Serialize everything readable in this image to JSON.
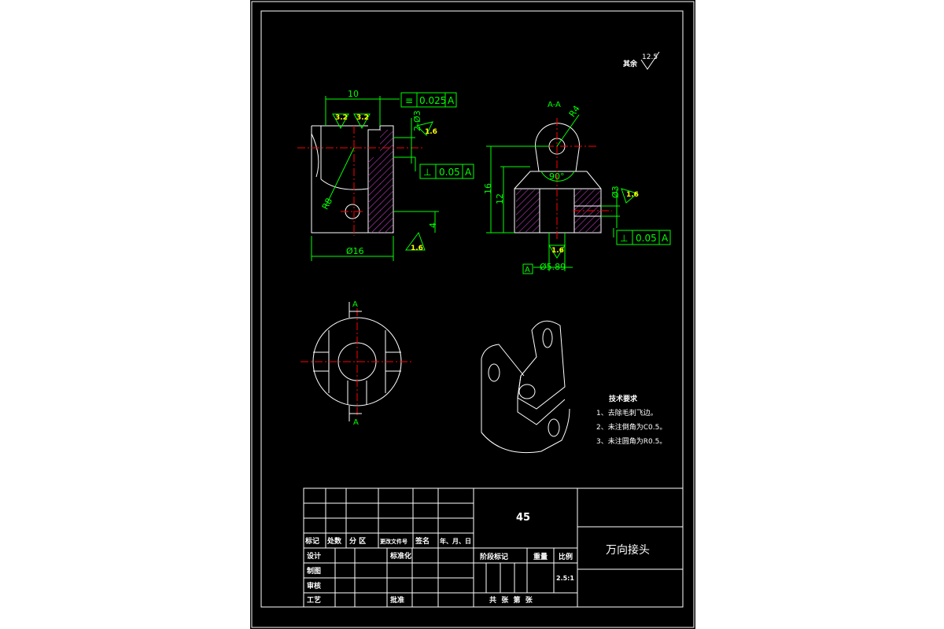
{
  "drawing": {
    "roughness_note": {
      "label": "其余",
      "value": "12.5"
    },
    "section_label": "A-A",
    "section_cut_top": "A",
    "section_cut_bottom": "A",
    "datum_box": "A",
    "front_view": {
      "dim_width": "10",
      "dim_diameter": "Ø16",
      "dim_radius": "R8",
      "dim_height": "4",
      "dim_hole": "2-Ø3",
      "fcf_symmetry": {
        "symbol": "≡",
        "tol": "0.025",
        "datum": "A"
      },
      "fcf_perp": {
        "symbol": "⊥",
        "tol": "0.05",
        "datum": "A"
      },
      "rough_1": "3.2",
      "rough_2": "3.2",
      "rough_3": "1.6",
      "rough_4": "1.6"
    },
    "section_view": {
      "dim_radius": "R4",
      "dim_angle": "90°",
      "dim_16": "16",
      "dim_12": "12",
      "dim_hole": "Ø3",
      "dim_bore": "Ø5.89",
      "fcf_perp": {
        "symbol": "⊥",
        "tol": "0.05",
        "datum": "A"
      },
      "rough_1": "1.6",
      "rough_2": "1.6"
    },
    "tech_requirements": {
      "title": "技术要求",
      "items": [
        "1、去除毛刺飞边。",
        "2、未注倒角为C0.5。",
        "3、未注圆角为R0.5。"
      ]
    }
  },
  "title_block": {
    "material": "45",
    "part_name": "万向接头",
    "header_row": [
      "标记",
      "处数",
      "分 区",
      "更改文件号",
      "签名",
      "年、月、日"
    ],
    "design": "设计",
    "standardize": "标准化",
    "draw": "制图",
    "check": "审核",
    "process": "工艺",
    "approve": "批准",
    "stage_mark": "阶段标记",
    "weight": "重量",
    "scale_label": "比例",
    "scale_value": "2.5:1",
    "sheets": "共  张  第  张"
  }
}
